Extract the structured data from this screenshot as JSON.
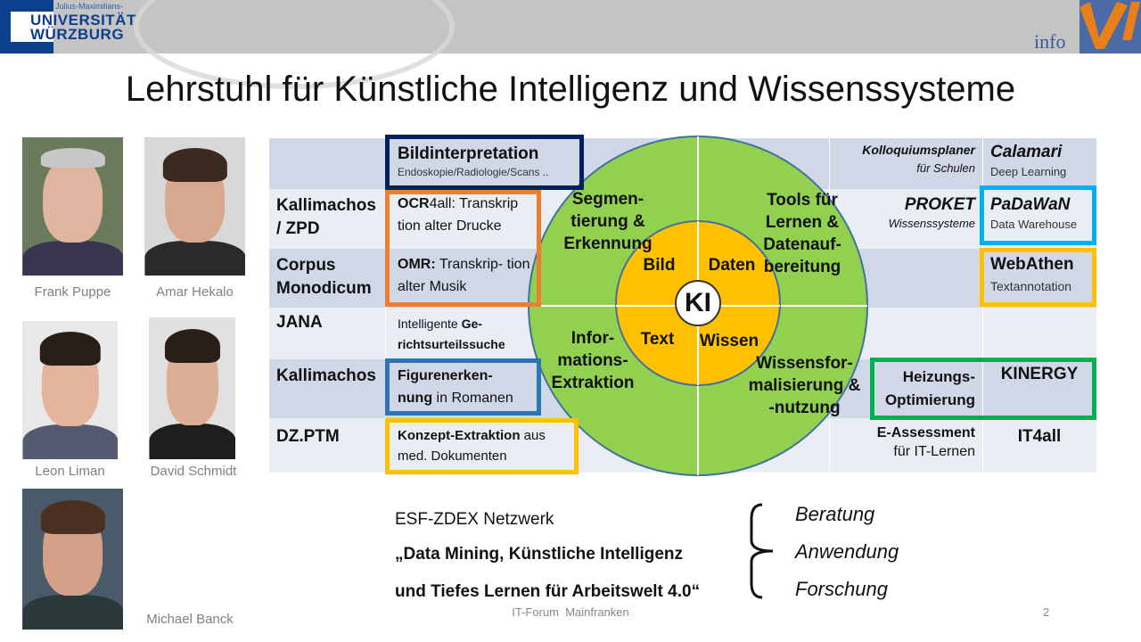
{
  "header": {
    "uni_small": "Julius-Maximilians-",
    "uni_line1": "UNIVERSITÄT",
    "uni_line2": "WÜRZBURG",
    "info_label": "info",
    "vi_label": "VI"
  },
  "title": "Lehrstuhl für Künstliche Intelligenz und Wissenssysteme",
  "people": [
    "Frank Puppe",
    "Amar Hekalo",
    "Leon Liman",
    "David Schmidt",
    "Michael Banck"
  ],
  "table": {
    "col1": [
      "",
      "Kallimachos / ZPD",
      "Corpus Monodicum",
      "JANA",
      "Kallimachos",
      "DZ.PTM"
    ],
    "bildinterpretation": {
      "title": "Bildinterpretation",
      "sub": "Endoskopie/Radiologie/Scans .."
    },
    "ocr": {
      "bold": "OCR",
      "rest": "4all: Transkrip tion alter Drucke"
    },
    "omr": {
      "bold": "OMR:",
      "rest": " Transkrip- tion alter Musik"
    },
    "jana": {
      "normal": "Intelligente ",
      "bold": "Ge- richtsurteilssuche"
    },
    "figuren": {
      "bold1": "Figurenerken- nung",
      "rest": " in Romanen"
    },
    "konzept": {
      "bold": "Konzept-Extraktion",
      "rest": " aus med. Dokumenten"
    },
    "kolloquium": {
      "title": "Kolloquiumsplaner",
      "sub": "für Schulen"
    },
    "calamari": {
      "title": "Calamari",
      "sub": "Deep Learning"
    },
    "proket": {
      "title": "PROKET",
      "sub": "Wissenssysteme"
    },
    "padawan": {
      "title": "PaDaWaN",
      "sub": "Data Warehouse"
    },
    "webathen": {
      "title": "WebAthen",
      "sub": "Textannotation"
    },
    "heizung": "Heizungs- Optimierung",
    "kinergy": "KINERGY",
    "eassess": {
      "title": "E-Assessment",
      "sub": "für IT-Lernen"
    },
    "it4all": "IT4all"
  },
  "circle": {
    "q1": "Segmen- tierung & Erkennung",
    "q2": "Tools für Lernen & Datenauf- bereitung",
    "q3": "Infor- mations- Extraktion",
    "q4": "Wissensfor- malisierung & -nutzung",
    "bild": "Bild",
    "daten": "Daten",
    "text": "Text",
    "wissen": "Wissen",
    "center": "KI"
  },
  "colors": {
    "green": "#92d050",
    "orange": "#ffc000",
    "navy": "#002060",
    "orangeBox": "#ed7d31",
    "blueBox": "#2e75b6",
    "cyanBox": "#00b0f0",
    "yellowBox": "#ffc000",
    "greenBox": "#00b050"
  },
  "bottom": {
    "network": "ESF-ZDEX Netzwerk",
    "quote1": "„Data Mining, Künstliche Intelligenz",
    "quote2": "und Tiefes Lernen für Arbeitswelt 4.0“",
    "items": [
      "Beratung",
      "Anwendung",
      "Forschung"
    ],
    "footer": "IT-Forum  Mainfranken",
    "page": "2"
  }
}
